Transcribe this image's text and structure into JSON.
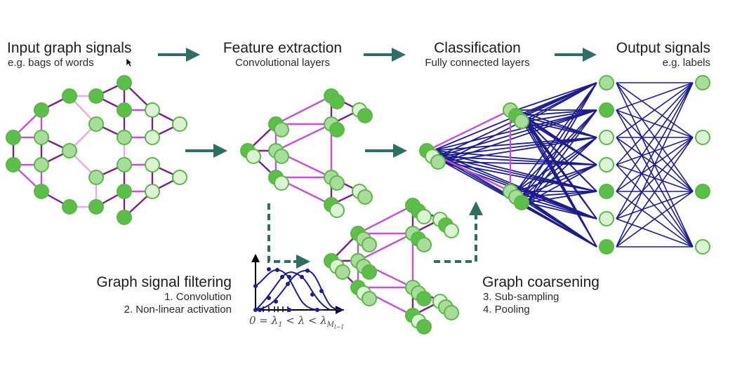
{
  "stages": {
    "input": {
      "title": "Input graph signals",
      "subtitle": "e.g. bags of words"
    },
    "feature": {
      "title": "Feature extraction",
      "subtitle": "Convolutional layers"
    },
    "classification": {
      "title": "Classification",
      "subtitle": "Fully connected layers"
    },
    "output": {
      "title": "Output signals",
      "subtitle": "e.g. labels"
    }
  },
  "filtering": {
    "title": "Graph signal filtering",
    "steps": [
      "1. Convolution",
      "2. Non-linear activation"
    ],
    "axis_label": "0 = λ₁ < λ < λ_{M_{l−1}}"
  },
  "coarsening": {
    "title": "Graph coarsening",
    "steps": [
      "3. Sub-sampling",
      "4. Pooling"
    ]
  },
  "colors": {
    "node_dark": "#5cbf4a",
    "node_mid": "#a8dc9a",
    "node_light": "#dcf2d4",
    "node_stroke": "#5ab845",
    "edge_dark": "#7b1f8c",
    "edge_mid": "#c84fd8",
    "edge_light": "#e9a8f0",
    "fc_edge": "#1c1c8e",
    "arrow": "#2f6e62"
  },
  "icons": {
    "cursor": "mouse-pointer-icon"
  }
}
